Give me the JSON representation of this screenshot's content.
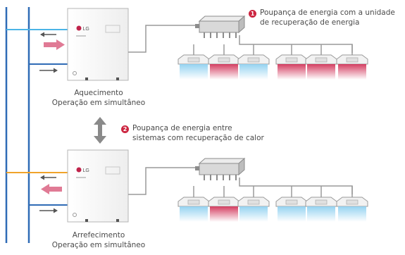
{
  "brand": {
    "logo_text": "LG",
    "accent": "#c0234a",
    "heat_color": "#d2355a",
    "cool_color": "#7fc9ec"
  },
  "units": [
    {
      "caption_mode": "Aquecimento",
      "caption_op": "Operação em simultâneo"
    },
    {
      "caption_mode": "Arrefecimento",
      "caption_op": "Operação em simultâneo"
    }
  ],
  "notes": [
    {
      "number": "1",
      "lines": [
        "Poupança de energia com a unidade",
        "de recuperação de energia"
      ]
    },
    {
      "number": "2",
      "lines": [
        "Poupança de energia  entre",
        "sistemas com recuperação de calor"
      ]
    }
  ],
  "top_cassettes": [
    "cool",
    "heat",
    "cool",
    "heat",
    "heat",
    "heat"
  ],
  "bottom_cassettes": [
    "cool",
    "heat",
    "cool",
    "cool",
    "cool",
    "cool"
  ],
  "icons": [
    "lg-logo-icon",
    "double-arrow-icon",
    "flow-arrow-icon",
    "cassette-icon",
    "pipe-icon"
  ]
}
